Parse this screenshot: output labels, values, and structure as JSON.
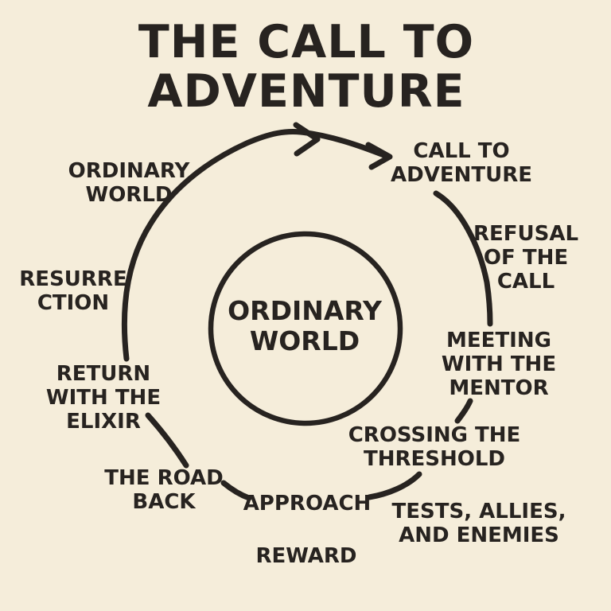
{
  "colors": {
    "background": "#f5edda",
    "ink": "#272320"
  },
  "title": {
    "line1": "THE CALL TO",
    "line2": "ADVENTURE"
  },
  "center_circle": {
    "line1": "ORDINARY",
    "line2": "WORLD"
  },
  "stages": [
    {
      "name": "ordinary-world",
      "lines": [
        "ORDINARY",
        "WORLD"
      ]
    },
    {
      "name": "call-to-adventure",
      "lines": [
        "CALL TO",
        "ADVENTURE"
      ]
    },
    {
      "name": "refusal-of-the-call",
      "lines": [
        "REFUSAL",
        "OF THE",
        "CALL"
      ]
    },
    {
      "name": "meeting-with-the-mentor",
      "lines": [
        "MEETING",
        "WITH THE",
        "MENTOR"
      ]
    },
    {
      "name": "crossing-the-threshold",
      "lines": [
        "CROSSING THE",
        "THRESHOLD"
      ]
    },
    {
      "name": "tests-allies-and-enemies",
      "lines": [
        "TESTS, ALLIES,",
        "AND ENEMIES"
      ]
    },
    {
      "name": "reward",
      "lines": [
        "REWARD"
      ]
    },
    {
      "name": "approach",
      "lines": [
        "APPROACH"
      ]
    },
    {
      "name": "the-road-back",
      "lines": [
        "THE ROAD",
        "BACK"
      ]
    },
    {
      "name": "return-with-the-elixir",
      "lines": [
        "RETURN",
        "WITH THE",
        "ELIXIR"
      ]
    },
    {
      "name": "resurrection",
      "lines": [
        "RESURRE",
        "CTION"
      ]
    }
  ]
}
